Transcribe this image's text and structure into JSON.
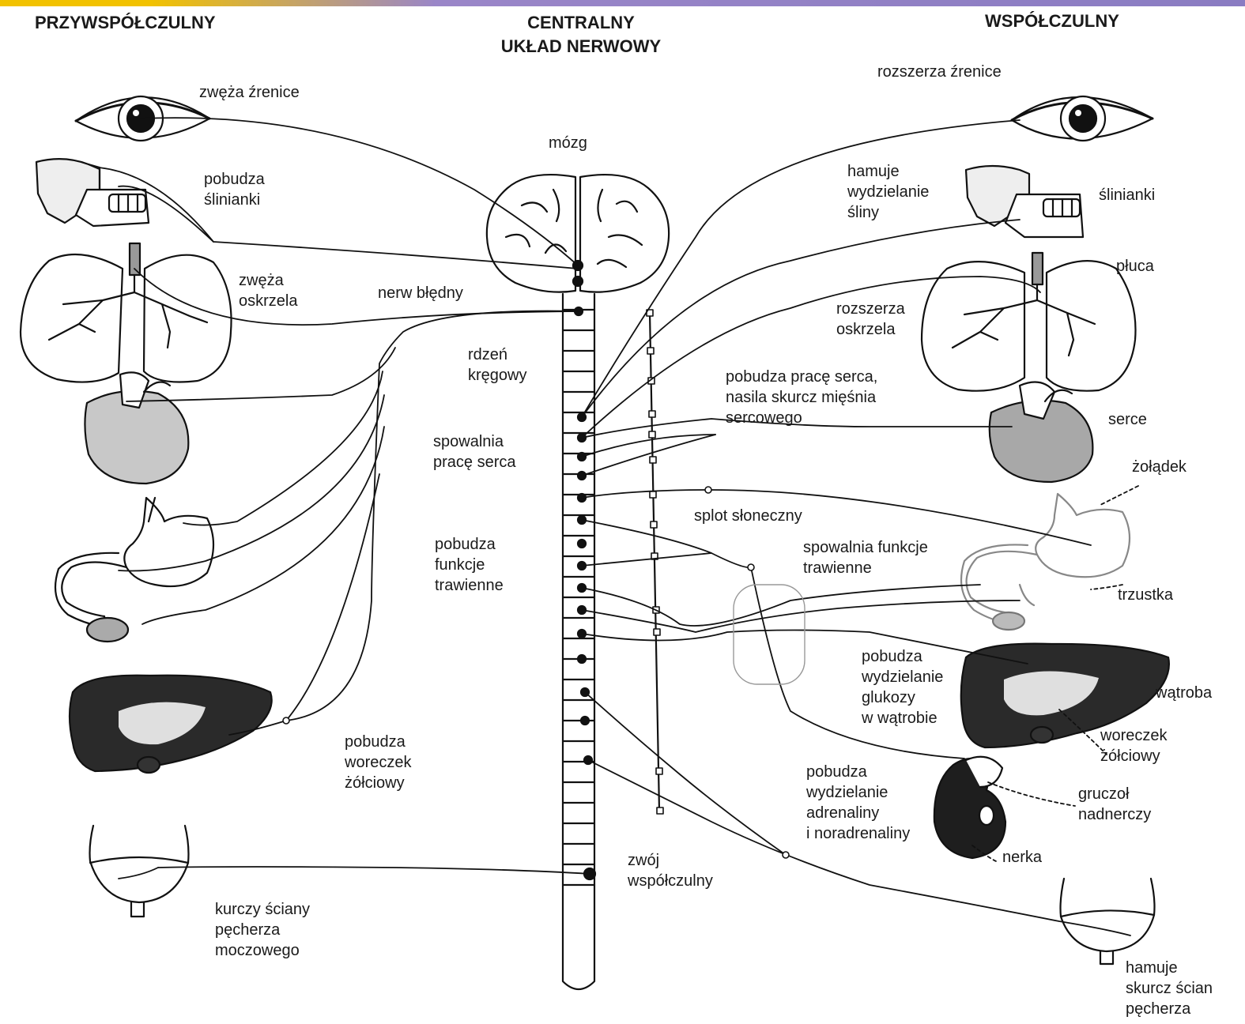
{
  "headers": {
    "left": "PRZYWSPÓŁCZULNY",
    "center": "CENTRALNY\nUKŁAD NERWOWY",
    "right": "WSPÓŁCZULNY"
  },
  "labels": {
    "mozg": "mózg",
    "nerw": "nerw błędny",
    "rdzen": "rdzeń\nkręgowy",
    "zwoj": "zwój\nwspółczulny",
    "splot": "splot słoneczny"
  },
  "left_effects": {
    "oko": "zwęża źrenice",
    "slinianki": "pobudza\nślinianki",
    "oskrzela": "zwęża\noskrzela",
    "serce": "spowalnia\npracę serca",
    "trawienie": "pobudza\nfunkcje\ntrawienne",
    "woreczek": "pobudza\nworeczek\nżółciowy",
    "pecherz": "kurczy ściany\npęcherza\nmoczowego"
  },
  "right_effects": {
    "oko": "rozszerza źrenice",
    "slina": "hamuje\nwydzielanie\nśliny",
    "oskrzela": "rozszerza\noskrzela",
    "serce": "pobudza pracę serca,\nnasila skurcz mięśnia\nsercowego",
    "trawienie": "spowalnia funkcje\ntrawienne",
    "glukoza": "pobudza\nwydzielanie\nglukozy\nw wątrobie",
    "adrenalina": "pobudza\nwydzielanie\nadrenaliny\ni noradrenaliny",
    "pecherz": "hamuje\nskurcz ścian\npęcherza"
  },
  "right_organs": {
    "slinianki": "ślinianki",
    "pluca": "płuca",
    "serce": "serce",
    "zoladek": "żołądek",
    "trzustka": "trzustka",
    "watroba": "wątroba",
    "woreczek": "woreczek\nżółciowy",
    "gruczol": "gruczoł\nnadnerczy",
    "nerka": "nerka"
  }
}
